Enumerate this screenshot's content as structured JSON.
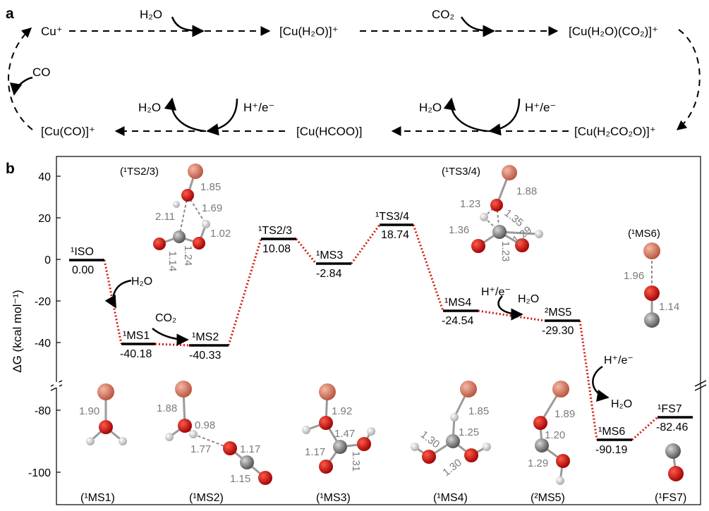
{
  "colors": {
    "path": "#d4160c",
    "cu": "#e07b62",
    "o": "#d40000",
    "c": "#8e8e8e",
    "h": "#e9e9e9",
    "bond": "#9a9a9a",
    "arrow": "#000000"
  },
  "panel_a": {
    "label": "a",
    "species": {
      "cu": "Cu⁺",
      "cu_h2o": "[Cu(H₂O)]⁺",
      "cu_h2o_co2": "[Cu(H₂O)(CO₂)]⁺",
      "cu_h2co2o": "[Cu(H₂CO₂O)]⁺",
      "cu_hcoo": "[Cu(HCOO)]",
      "cu_co": "[Cu(CO)]⁺"
    },
    "reagents": {
      "h2o_in": "H₂O",
      "co2_in": "CO₂",
      "co_out": "CO",
      "h2o_out1": "H₂O",
      "he1": "H⁺/e⁻",
      "h2o_out2": "H₂O",
      "he2": "H⁺/e⁻"
    }
  },
  "panel_b": {
    "label": "b",
    "states": [
      {
        "name": "¹ISO",
        "value": "0.00"
      },
      {
        "name": "¹MS1",
        "value": "-40.18"
      },
      {
        "name": "¹MS2",
        "value": "-40.33"
      },
      {
        "name": "¹TS2/3",
        "value": "10.08"
      },
      {
        "name": "¹MS3",
        "value": "-2.84"
      },
      {
        "name": "¹TS3/4",
        "value": "18.74"
      },
      {
        "name": "¹MS4",
        "value": "-24.54"
      },
      {
        "name": "²MS5",
        "value": "-29.30"
      },
      {
        "name": "¹MS6",
        "value": "-90.19"
      },
      {
        "name": "¹FS7",
        "value": "-82.46"
      }
    ],
    "reagents": {
      "h2o_1": "H₂O",
      "co2": "CO₂",
      "he_1": "H⁺/e⁻",
      "h2o_2": "H₂O",
      "he_2": "H⁺/e⁻",
      "h2o_3": "H₂O"
    },
    "structure_captions": [
      "(¹MS1)",
      "(¹MS2)",
      "(¹MS3)",
      "(¹MS4)",
      "(²MS5)",
      "(¹FS7)"
    ],
    "inset_captions": {
      "ts23": "(¹TS2/3)",
      "ts34": "(¹TS3/4)",
      "ms6": "(¹MS6)"
    },
    "bond_labels": {
      "ts23": [
        "1.85",
        "2.11",
        "1.69",
        "1.02",
        "1.24",
        "1.14"
      ],
      "ts34": [
        "1.88",
        "1.23",
        "1.35",
        "1.36",
        "1.29",
        "1.23"
      ],
      "ms6": [
        "1.96",
        "1.14"
      ],
      "ms1": [
        "1.90"
      ],
      "ms2": [
        "1.88",
        "0.98",
        "1.77",
        "1.17",
        "1.15"
      ],
      "ms3": [
        "1.92",
        "1.47",
        "1.17",
        "1.31"
      ],
      "ms4": [
        "1.85",
        "1.25",
        "1.30",
        "1.30"
      ],
      "ms5": [
        "1.89",
        "1.20",
        "1.29"
      ]
    },
    "y_axis": {
      "label": "ΔG (kcal mol⁻¹)",
      "ticks_upper": [
        "40",
        "20",
        "0",
        "-20",
        "-40"
      ],
      "ticks_lower": [
        "-80",
        "-100"
      ]
    }
  }
}
